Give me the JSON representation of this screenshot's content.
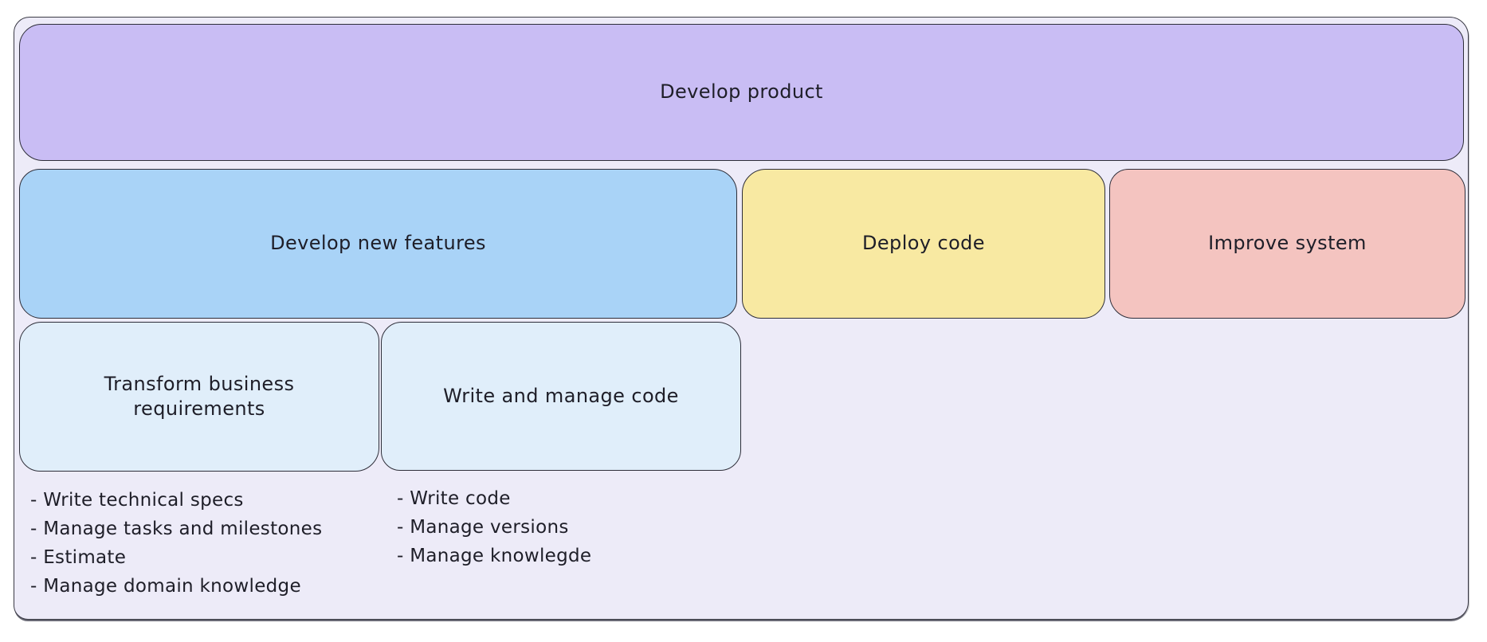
{
  "diagram": {
    "root": {
      "label": "Develop product"
    },
    "level1": [
      {
        "label": "Develop new features"
      },
      {
        "label": "Deploy code"
      },
      {
        "label": "Improve system"
      }
    ],
    "level2": [
      {
        "label": "Transform business requirements"
      },
      {
        "label": "Write and manage code"
      }
    ],
    "tasks": {
      "transform_business": [
        "- Write technical specs",
        "- Manage tasks and milestones",
        "- Estimate",
        "- Manage domain knowledge"
      ],
      "write_manage_code": [
        "- Write code",
        "- Manage versions",
        "- Manage knowlegde"
      ]
    },
    "colors": {
      "canvas_fill": "#edebf8",
      "root_fill": "#c9bdf4",
      "features_fill": "#a9d3f7",
      "deploy_fill": "#f8e9a2",
      "improve_fill": "#f4c4c0",
      "subprocess_fill": "#e0eefa",
      "stroke": "#2e2e39",
      "text": "#1e1e28"
    }
  }
}
